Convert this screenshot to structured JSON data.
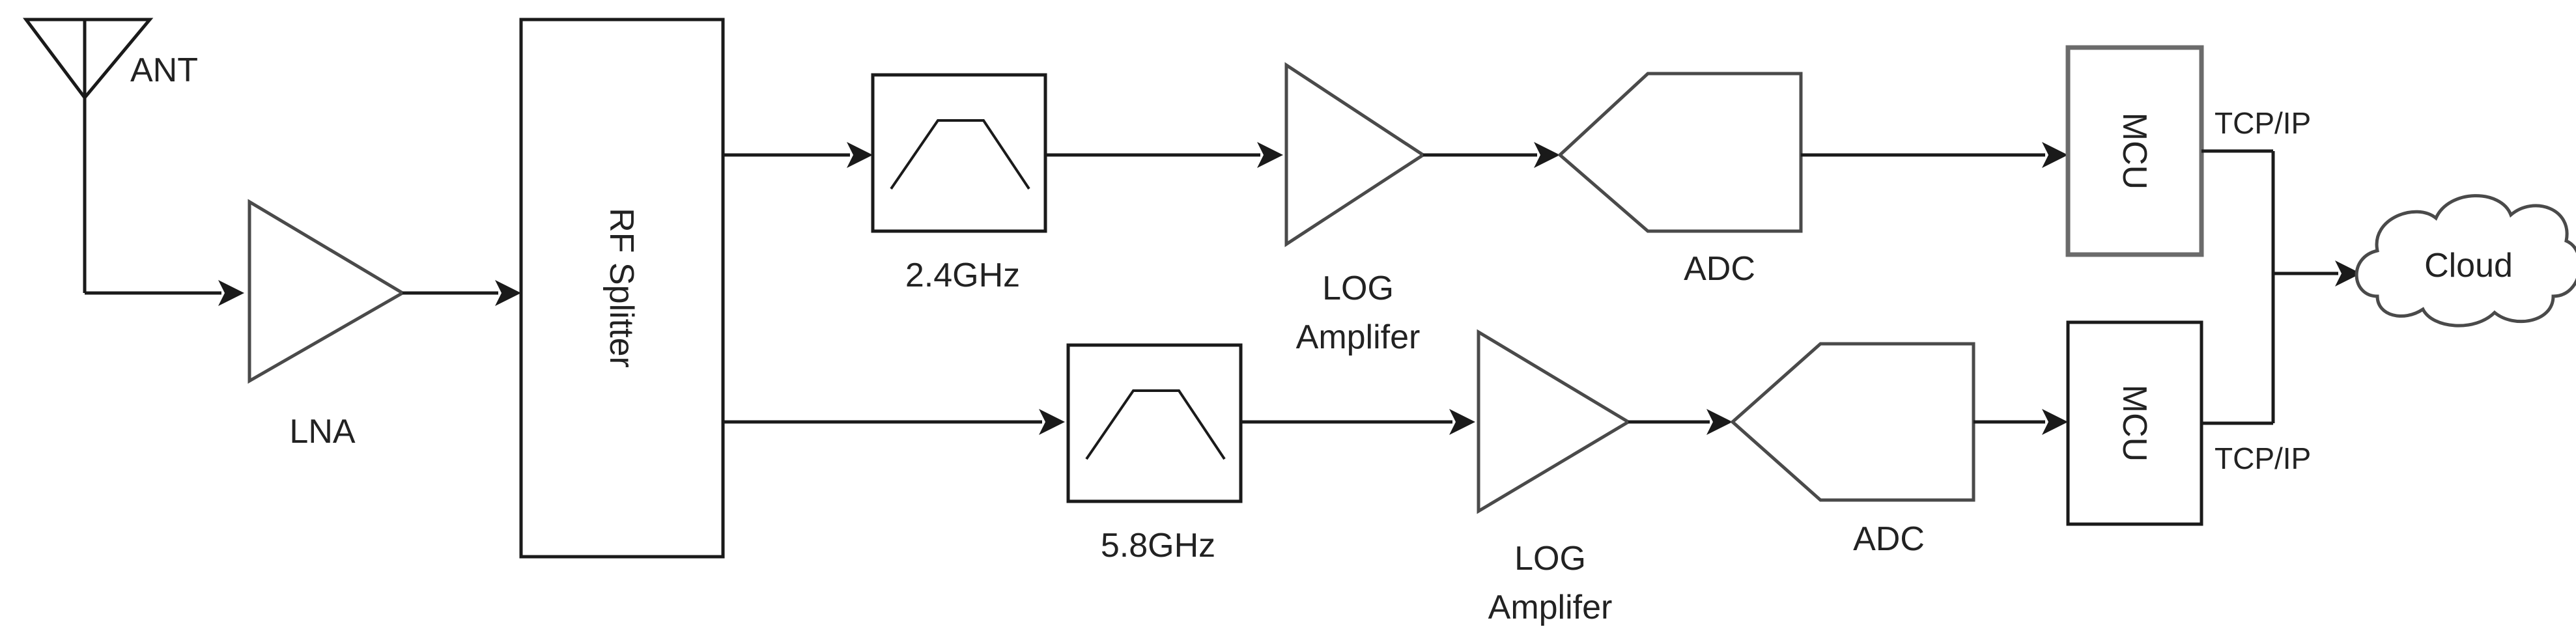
{
  "antenna": {
    "label": "ANT"
  },
  "lna": {
    "label": "LNA"
  },
  "splitter": {
    "label": "RF Splitter"
  },
  "channel_24": {
    "filter_label": "2.4GHz",
    "amp_line1": "LOG",
    "amp_line2": "Amplifer",
    "adc_label": "ADC",
    "mcu_label": "MCU",
    "protocol_label": "TCP/IP"
  },
  "channel_58": {
    "filter_label": "5.8GHz",
    "amp_line1": "LOG",
    "amp_line2": "Amplifer",
    "adc_label": "ADC",
    "mcu_label": "MCU",
    "protocol_label": "TCP/IP"
  },
  "cloud": {
    "label": "Cloud"
  }
}
